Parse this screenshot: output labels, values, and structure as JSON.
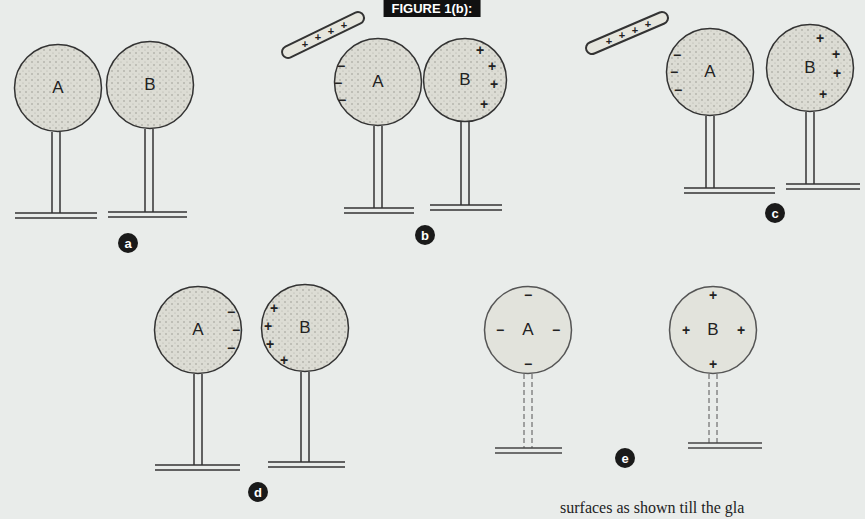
{
  "diagram": {
    "nodes": [
      {
        "text": [
          "A"
        ]
      },
      {
        "text": [
          "B"
        ]
      },
      {
        "text": [
          "A"
        ]
      },
      {
        "text": [
          "B"
        ]
      },
      {
        "text": [
          "A"
        ]
      },
      {
        "text": [
          "B"
        ]
      },
      {
        "text": [
          "A"
        ]
      },
      {
        "text": [
          "B"
        ]
      },
      {
        "text": [
          "A"
        ]
      },
      {
        "text": [
          "B"
        ]
      }
    ],
    "labels": [
      "FIGURE 1(b):",
      "a",
      "+",
      "+",
      "+",
      "+",
      "−",
      "−",
      "−",
      "+",
      "+",
      "+",
      "+",
      "b",
      "+",
      "+",
      "+",
      "+",
      "−",
      "−",
      "−",
      "+",
      "+",
      "+",
      "+",
      "c",
      "−",
      "−",
      "−",
      "+",
      "+",
      "+",
      "+",
      "d",
      "−",
      "−",
      "−",
      "−",
      "+",
      "+",
      "+",
      "+",
      "e",
      "surfaces as shown till the gla"
    ]
  }
}
